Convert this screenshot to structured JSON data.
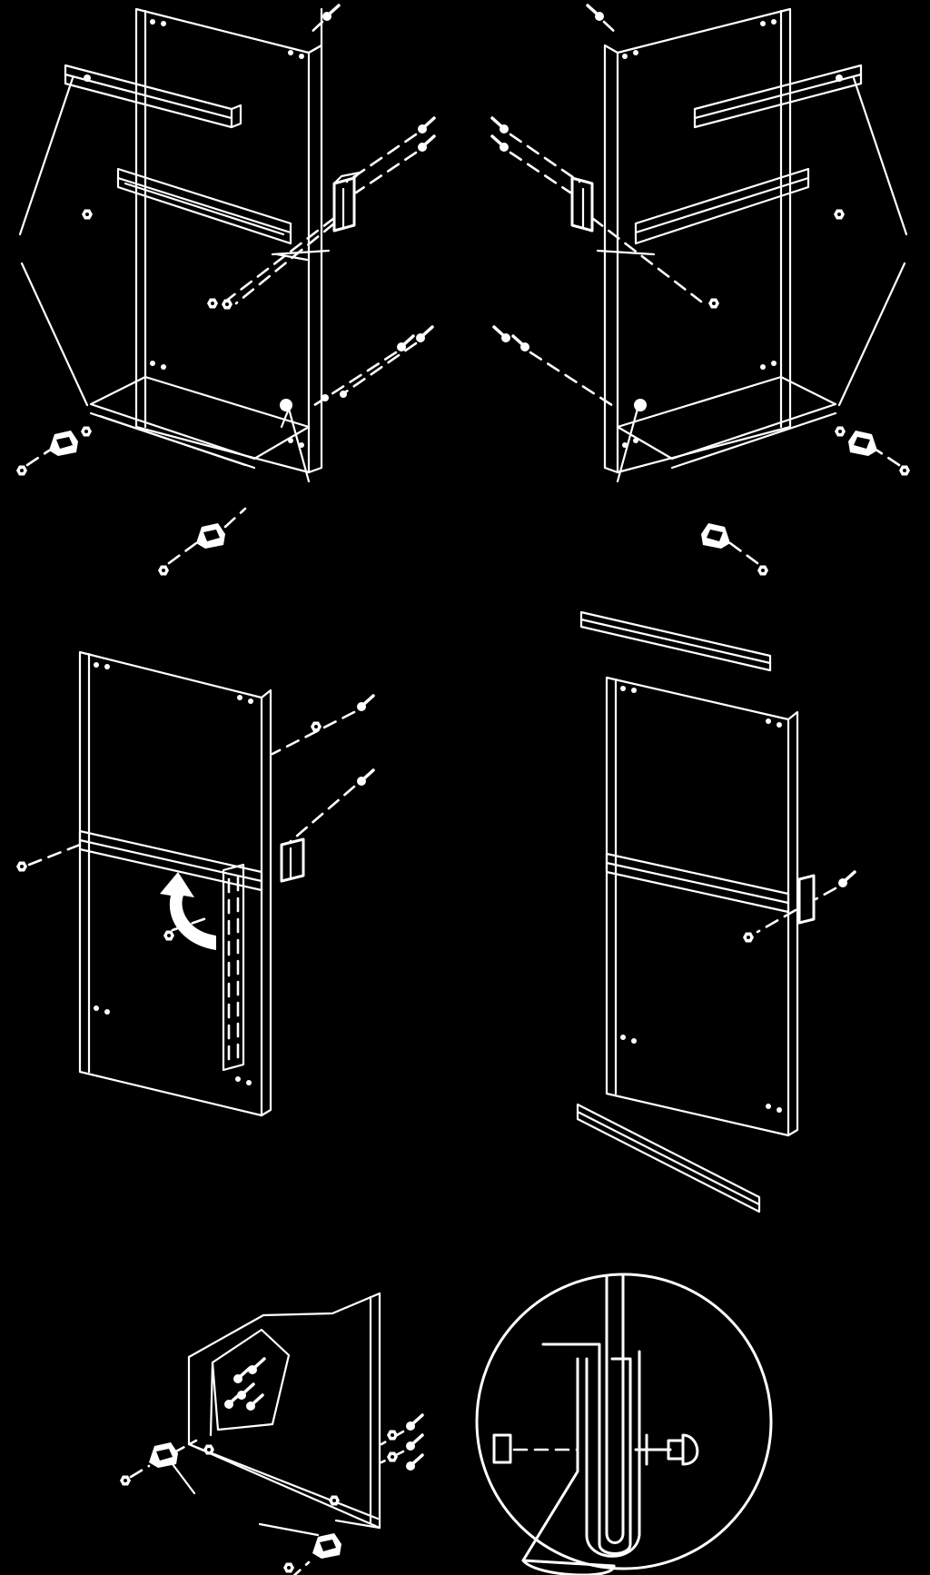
{
  "figure": {
    "panels": [
      "left-side-panel-assembly",
      "right-side-panel-assembly",
      "divider-panel-left",
      "divider-panel-right",
      "bottom-foot-assembly",
      "detail-callout"
    ],
    "line_color": "#ffffff",
    "background_color": "#000000",
    "icons": [
      "rotate-arrow-icon",
      "hex-nut-icon",
      "screw-icon",
      "mounting-foot-icon"
    ]
  }
}
